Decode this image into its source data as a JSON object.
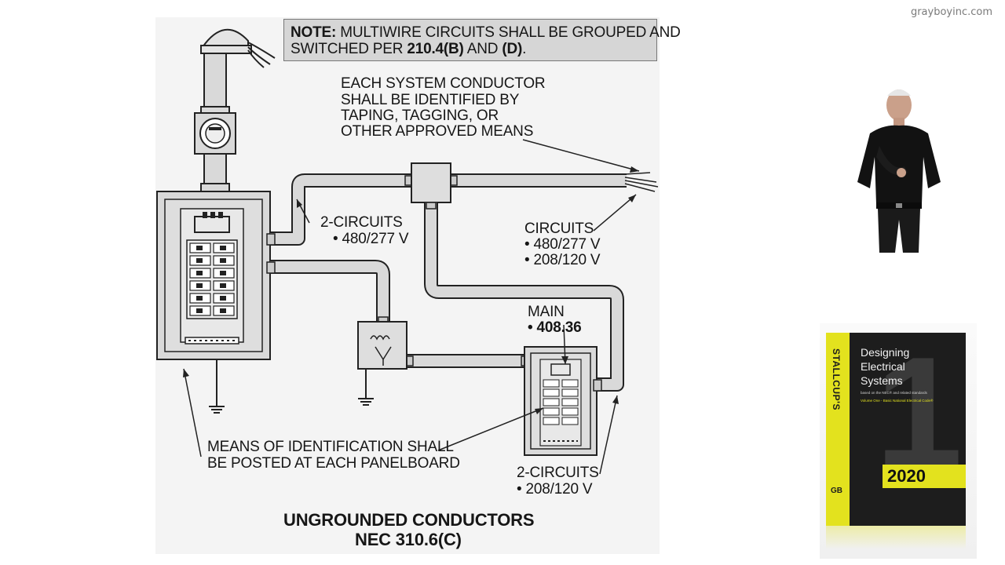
{
  "watermark": "grayboyinc.com",
  "diagram": {
    "note_line1_bold": "NOTE:",
    "note_line1": " MULTIWIRE CIRCUITS SHALL BE GROUPED AND",
    "note_line2_prefix": "SWITCHED PER ",
    "note_line2_ref1": "210.4(B)",
    "note_line2_mid": " AND ",
    "note_line2_ref2": "(D)",
    "note_line2_end": ".",
    "system_conductor": [
      "EACH SYSTEM CONDUCTOR",
      "SHALL BE IDENTIFIED BY",
      "TAPING, TAGGING, OR",
      "OTHER APPROVED MEANS"
    ],
    "circuits_left": [
      "2-CIRCUITS",
      "• 480/277 V"
    ],
    "circuits_right": [
      "CIRCUITS",
      "• 480/277 V",
      "• 208/120 V"
    ],
    "main_label": "MAIN",
    "main_value": "• 408.36",
    "means_of_id": [
      "MEANS OF IDENTIFICATION SHALL",
      "BE POSTED AT EACH PANELBOARD"
    ],
    "circuits_bottom": [
      "2-CIRCUITS",
      "• 208/120 V"
    ],
    "title_line1": "UNGROUNDED CONDUCTORS",
    "title_line2": "NEC 310.6(C)",
    "colors": {
      "conduit": "#d9d9d9",
      "outline": "#222222",
      "note_bg": "#d6d6d6"
    }
  },
  "presenter": {
    "icon": "presenter-video-icon"
  },
  "book": {
    "series": "STALLCUP'S",
    "title": [
      "Designing",
      "Electrical",
      "Systems"
    ],
    "subtitle": "based on the NEC® and related standards",
    "volume": "Volume One - Basic National Electrical Code®",
    "big_number": "1",
    "year": "2020",
    "publisher_logo": "GB",
    "colors": {
      "cover": "#1d1d1d",
      "accent": "#e3e21e"
    }
  }
}
